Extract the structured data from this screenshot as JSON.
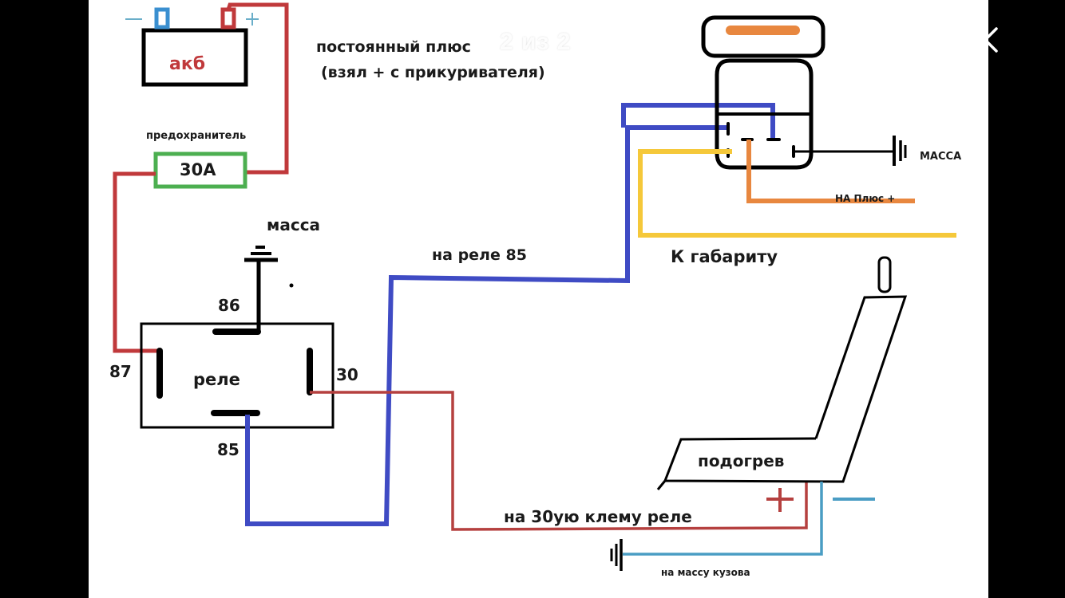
{
  "viewer": {
    "pager_text": "2 из 2",
    "close_icon": "chevron-left-icon"
  },
  "diagram": {
    "battery": {
      "label": "акб",
      "minus_sign": "—",
      "plus_sign": "+"
    },
    "fuse": {
      "caption": "предохранитель",
      "rating": "30A"
    },
    "constant_plus": {
      "line1": "постоянный плюс",
      "line2": "(взял + с прикуривателя)"
    },
    "relay": {
      "label": "реле",
      "ground_label": "масса",
      "pins": {
        "p86": "86",
        "p87": "87",
        "p30": "30",
        "p85": "85"
      }
    },
    "to_relay_85": "на реле 85",
    "button": {
      "ground_label": "МАССА",
      "plus_label": "НА Плюс +",
      "marker_label": "К габариту"
    },
    "seat": {
      "label": "подогрев",
      "plus_sign": "+",
      "minus_sign": "—"
    },
    "to_relay_30": "на 30ую клему реле",
    "to_body_ground": "на массу кузова",
    "colors": {
      "red_wire": "#c0393b",
      "thin_red_wire": "#b5403f",
      "blue_wire": "#3f4bc4",
      "yellow_wire": "#f5c83a",
      "orange_wire": "#e8873f",
      "light_blue_wire": "#4a9dc4",
      "fuse_green": "#4caf50",
      "battery_minus_terminal": "#3a8fd0",
      "battery_plus_terminal": "#c0393b"
    }
  }
}
